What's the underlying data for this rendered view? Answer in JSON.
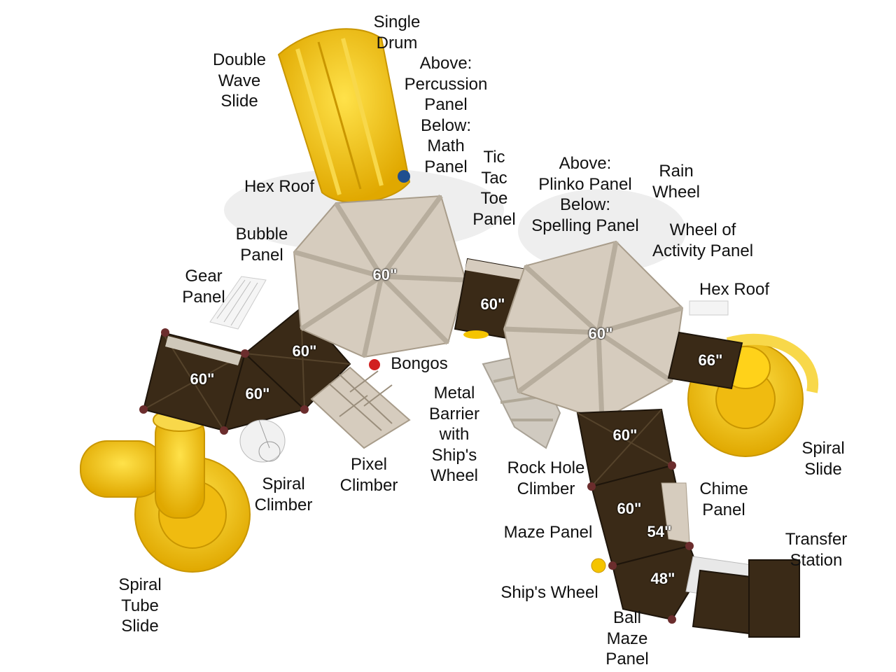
{
  "labels": {
    "single_drum": "Single\nDrum",
    "double_wave_slide": "Double\nWave\nSlide",
    "percussion_math": "Above:\nPercussion\nPanel\nBelow:\nMath\nPanel",
    "tic_tac_toe": "Tic\nTac\nToe\nPanel",
    "plinko_spelling": "Above:\nPlinko Panel\nBelow:\nSpelling Panel",
    "rain_wheel": "Rain\nWheel",
    "hex_roof_left": "Hex Roof",
    "bubble_panel": "Bubble\nPanel",
    "wheel_activity": "Wheel of\nActivity Panel",
    "gear_panel": "Gear\nPanel",
    "hex_roof_right": "Hex Roof",
    "bongos": "Bongos",
    "metal_barrier": "Metal\nBarrier\nwith\nShip's\nWheel",
    "pixel_climber": "Pixel\nClimber",
    "spiral_climber": "Spiral\nClimber",
    "rock_hole": "Rock Hole\nClimber",
    "chime_panel": "Chime\nPanel",
    "spiral_slide": "Spiral\nSlide",
    "maze_panel": "Maze Panel",
    "transfer_station": "Transfer\nStation",
    "ships_wheel": "Ship's Wheel",
    "spiral_tube_slide": "Spiral\nTube\nSlide",
    "ball_maze": "Ball\nMaze\nPanel"
  },
  "heights": {
    "roof_left": "60\"",
    "bridge": "60\"",
    "roof_right": "60\"",
    "deck_mid_left": "60\"",
    "deck_left": "60\"",
    "deck_left_lower": "60\"",
    "deck_slide": "66\"",
    "deck_right_1": "60\"",
    "deck_right_2": "60\"",
    "step_54": "54\"",
    "step_48": "48\""
  },
  "colors": {
    "slide_yellow": "#f5c400",
    "deck_brown": "#3a2a17",
    "roof_tan": "#d6ccbe",
    "post_maroon": "#6b2d2d"
  }
}
